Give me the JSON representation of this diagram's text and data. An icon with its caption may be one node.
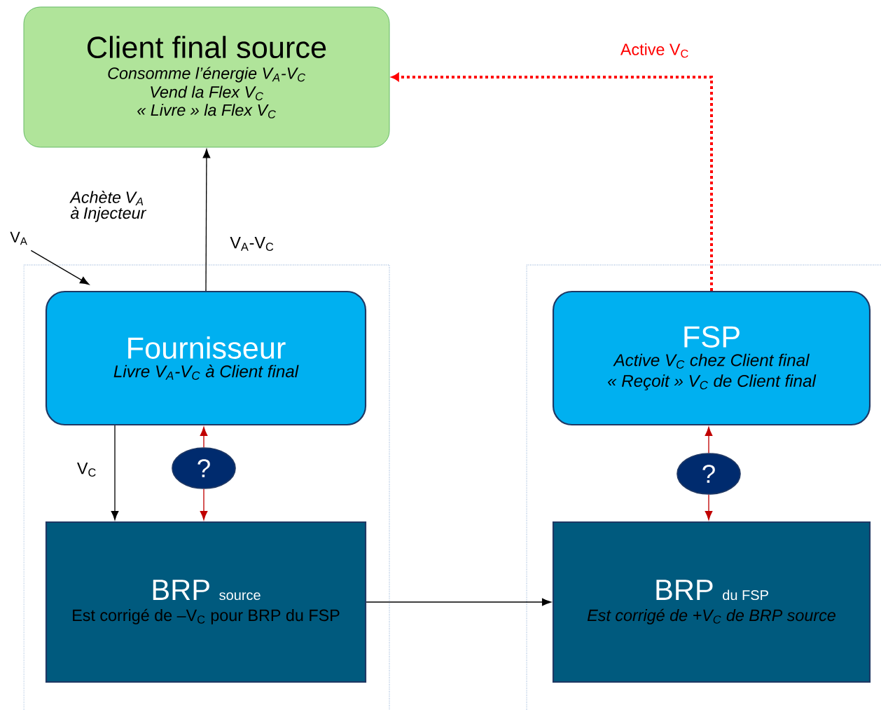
{
  "diagram": {
    "nodes": [
      {
        "text": [
          "Client final source",
          "Consomme l’énergie V$_{A}$-V$_{C}$",
          "Vend la Flex V$_{C}$",
          "« Livre » la Flex V$_{C}$"
        ]
      },
      {
        "text": [
          "Fournisseur",
          "Livre V$_{A}$-V$_{C}$ à Client final"
        ]
      },
      {
        "text": [
          "FSP",
          "Active V$_{C}$ chez Client final",
          "« Reçoit » V$_{C}$ de Client final"
        ]
      },
      {
        "text": [
          "?"
        ]
      },
      {
        "text": [
          "BRP",
          "source",
          "Est corrigé de –V$_{C}$ pour BRP du FSP"
        ]
      },
      {
        "text": [
          "?"
        ]
      },
      {
        "text": [
          "BRP",
          "du FSP",
          "Est corrigé de +V$_{C}$ de BRP source"
        ]
      },
      {
        "text": [
          "V$_{A}$"
        ]
      }
    ],
    "edges": [
      {
        "from": 1,
        "to": 0,
        "arrow": "to",
        "label": "V$_{A}$-V$_{C}$"
      },
      {
        "from": 2,
        "to": 0,
        "arrow": "to",
        "label": "Active V$_{C}$",
        "style": "dashed",
        "color": "#ff0000"
      },
      {
        "from": 1,
        "to": 4,
        "arrow": "to",
        "label": "V$_{C}$"
      },
      {
        "from": 3,
        "to": 1,
        "arrow": "to",
        "color": "#c00000"
      },
      {
        "from": 3,
        "to": 4,
        "arrow": "to",
        "color": "#c00000"
      },
      {
        "from": 5,
        "to": 2,
        "arrow": "to",
        "color": "#c00000"
      },
      {
        "from": 5,
        "to": 6,
        "arrow": "to",
        "color": "#c00000"
      },
      {
        "from": 4,
        "to": 6,
        "arrow": "to"
      },
      {
        "from": 7,
        "to": 1,
        "arrow": "to"
      }
    ],
    "labels": [
      "Achète V$_{A}$ à Injecteur"
    ]
  }
}
